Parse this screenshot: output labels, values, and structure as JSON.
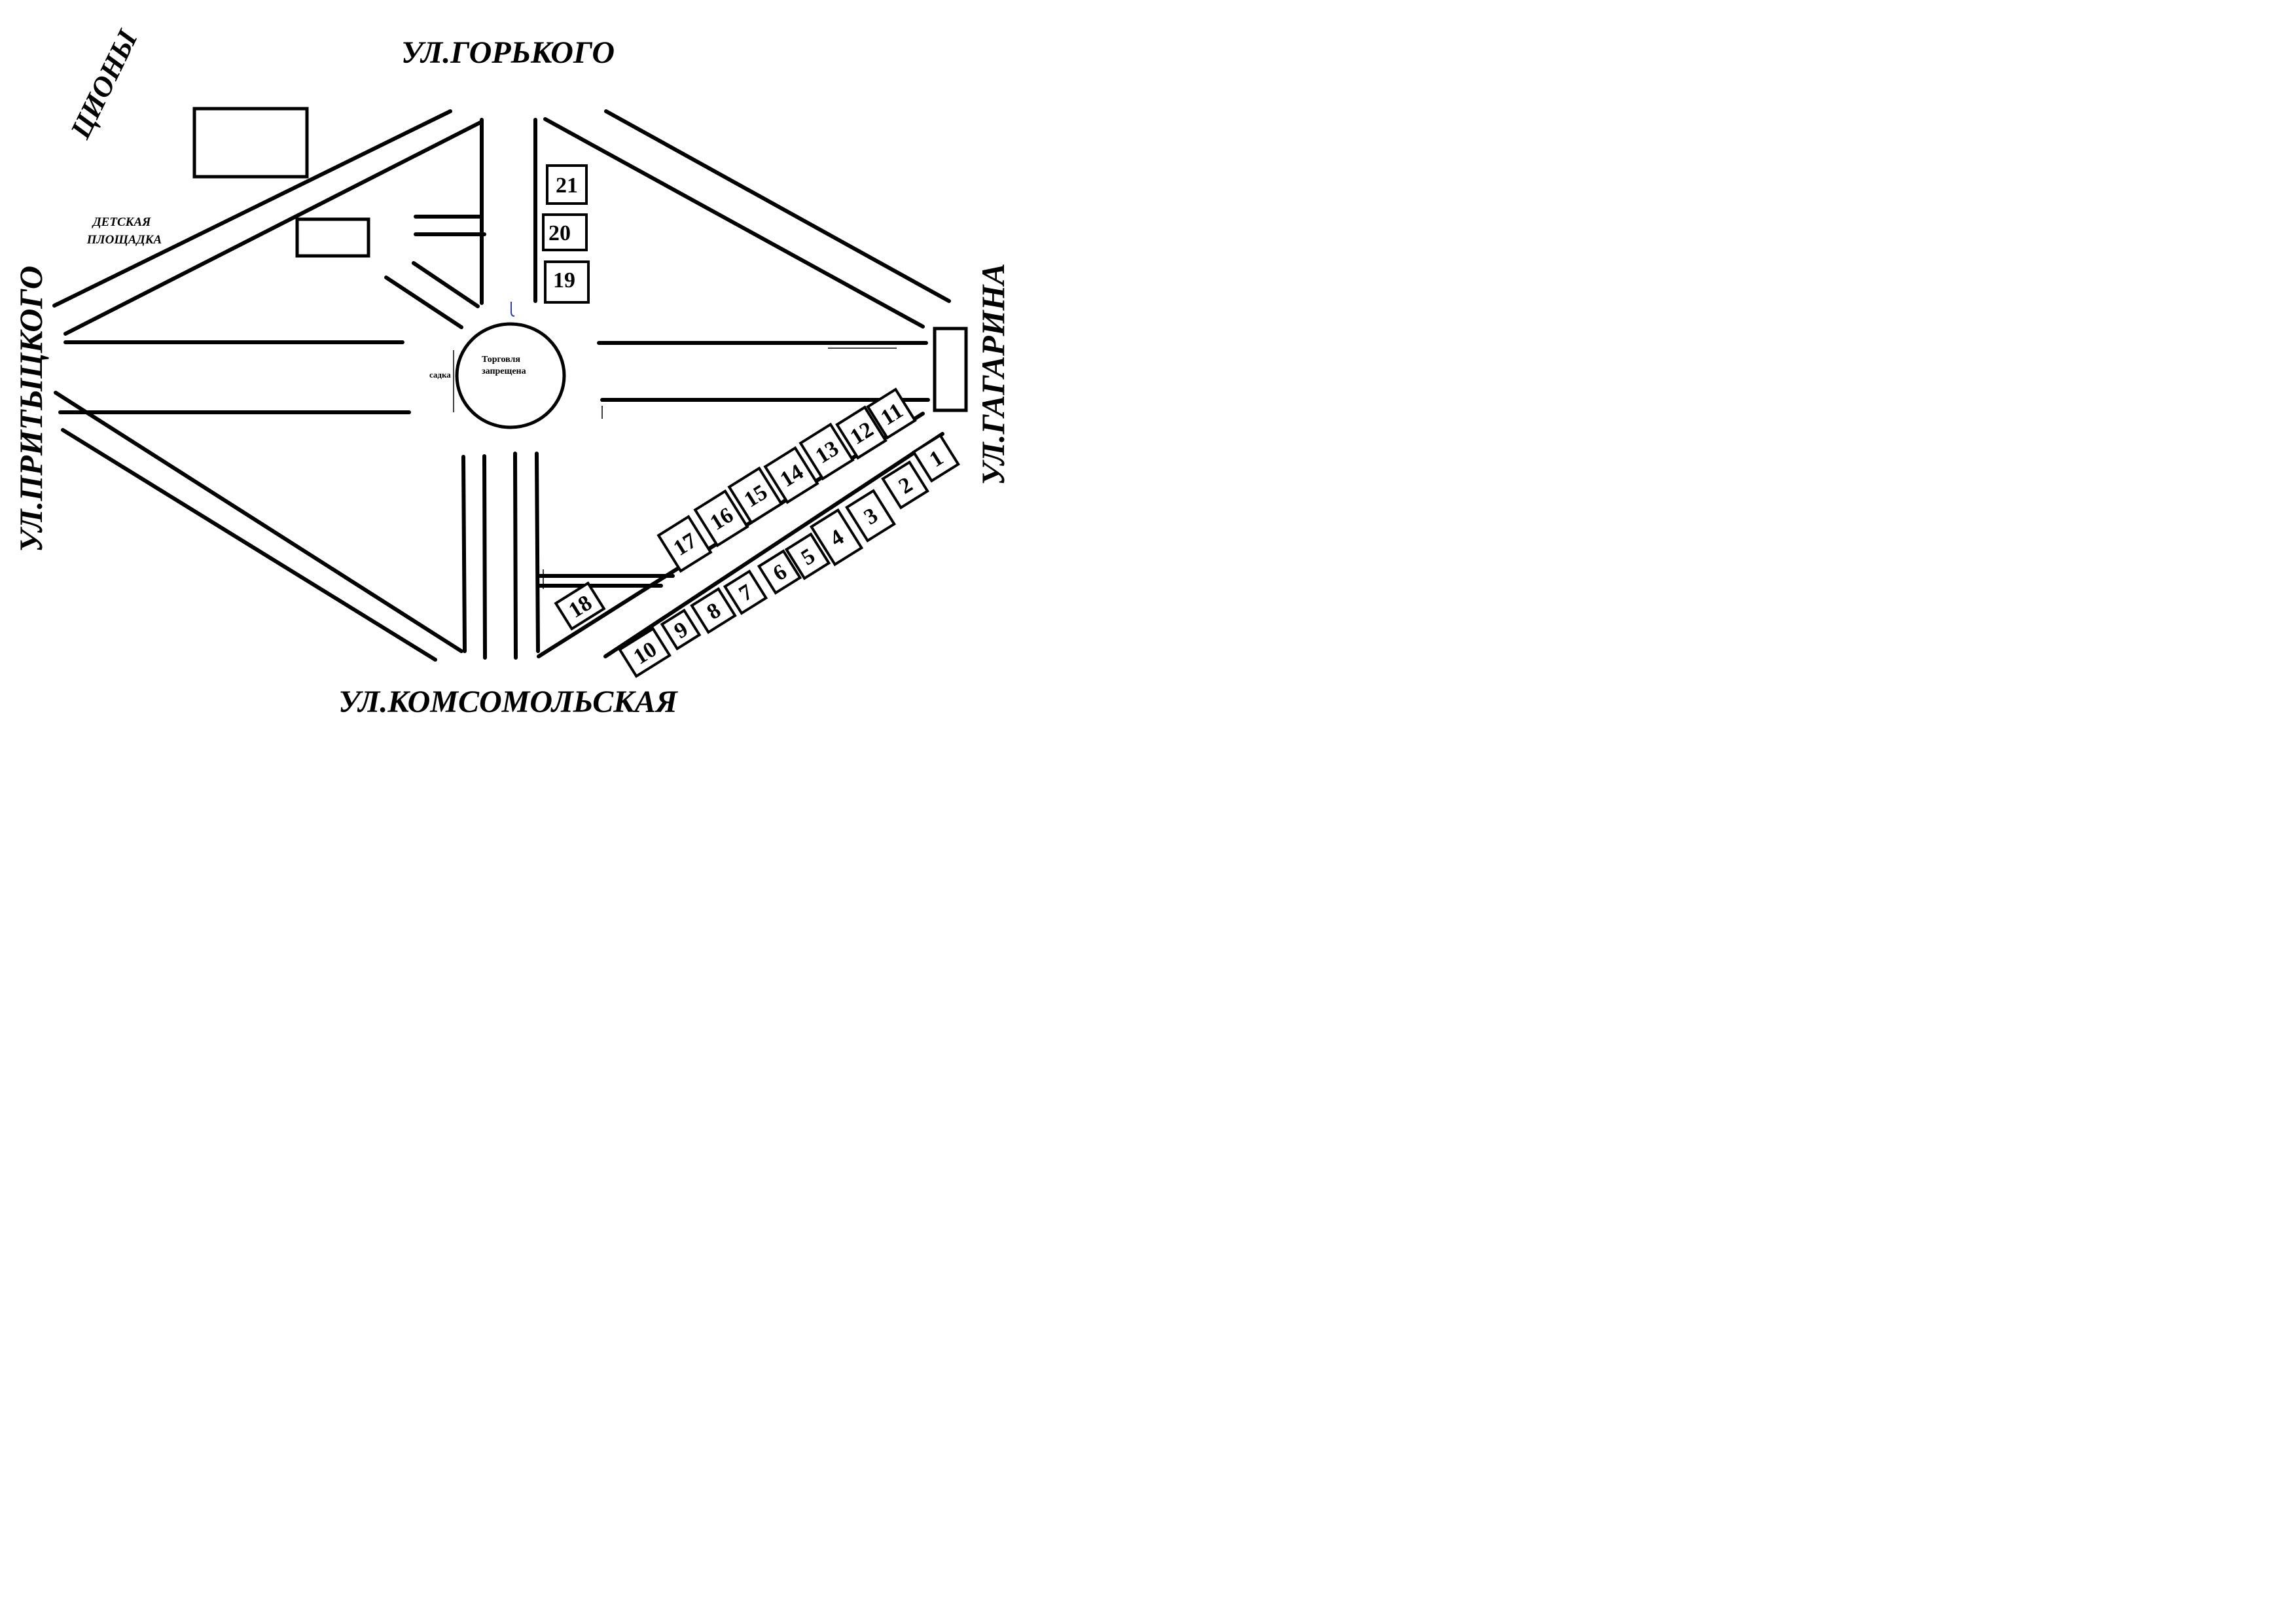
{
  "streets": {
    "north": "УЛ.ГОРЬКОГО",
    "south": "УЛ.КОМСОМОЛЬСКАЯ",
    "west": "УЛ.ПРИТЫЦКОГО",
    "east": "УЛ.ГАГАРИНА",
    "corner_fragment": "ЦИОНЫ"
  },
  "labels": {
    "playground_line1": "ДЕТСКАЯ",
    "playground_line2": "ПЛОЩАДКА",
    "circle_line1": "Торговля",
    "circle_line2": "запрещена",
    "fragment_adka": "садка"
  },
  "kiosks": [
    "1",
    "2",
    "3",
    "4",
    "5",
    "6",
    "7",
    "8",
    "9",
    "10",
    "11",
    "12",
    "13",
    "14",
    "15",
    "16",
    "17",
    "18",
    "19",
    "20",
    "21"
  ]
}
